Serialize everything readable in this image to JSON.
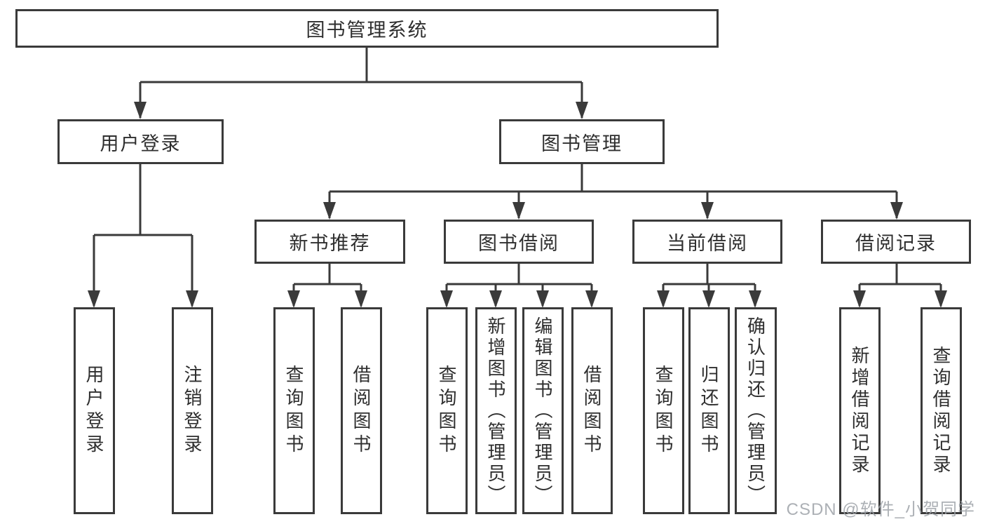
{
  "nodes": {
    "root": {
      "label": "图书管理系统"
    },
    "user_login_branch": {
      "label": "用户登录"
    },
    "book_mgmt_branch": {
      "label": "图书管理"
    },
    "new_book_recommend": {
      "label": "新书推荐"
    },
    "book_borrowing": {
      "label": "图书借阅"
    },
    "current_borrowing": {
      "label": "当前借阅"
    },
    "borrowing_records": {
      "label": "借阅记录"
    },
    "leaf_user_login": {
      "label": "用户登录"
    },
    "leaf_logout": {
      "label": "注销登录"
    },
    "leaf_query_book_1": {
      "label": "查询图书"
    },
    "leaf_borrow_book_1": {
      "label": "借阅图书"
    },
    "leaf_query_book_2": {
      "label": "查询图书"
    },
    "leaf_add_book_admin": {
      "label": "新增图书（管理员）"
    },
    "leaf_edit_book_admin": {
      "label": "编辑图书（管理员）"
    },
    "leaf_borrow_book_2": {
      "label": "借阅图书"
    },
    "leaf_query_book_3": {
      "label": "查询图书"
    },
    "leaf_return_book": {
      "label": "归还图书"
    },
    "leaf_confirm_return_admin": {
      "label": "确认归还（管理员）"
    },
    "leaf_add_borrow_record": {
      "label": "新增借阅记录"
    },
    "leaf_query_borrow_record": {
      "label": "查询借阅记录"
    }
  },
  "watermark": {
    "text": "CSDN @软件_小贺同学",
    "color": "#9ea2a8"
  },
  "colors": {
    "line": "#3a3a3a",
    "box_border": "#3a3a3a",
    "box_background": "#ffffff",
    "page_background": "#ffffff",
    "text": "#2e2e2e"
  }
}
